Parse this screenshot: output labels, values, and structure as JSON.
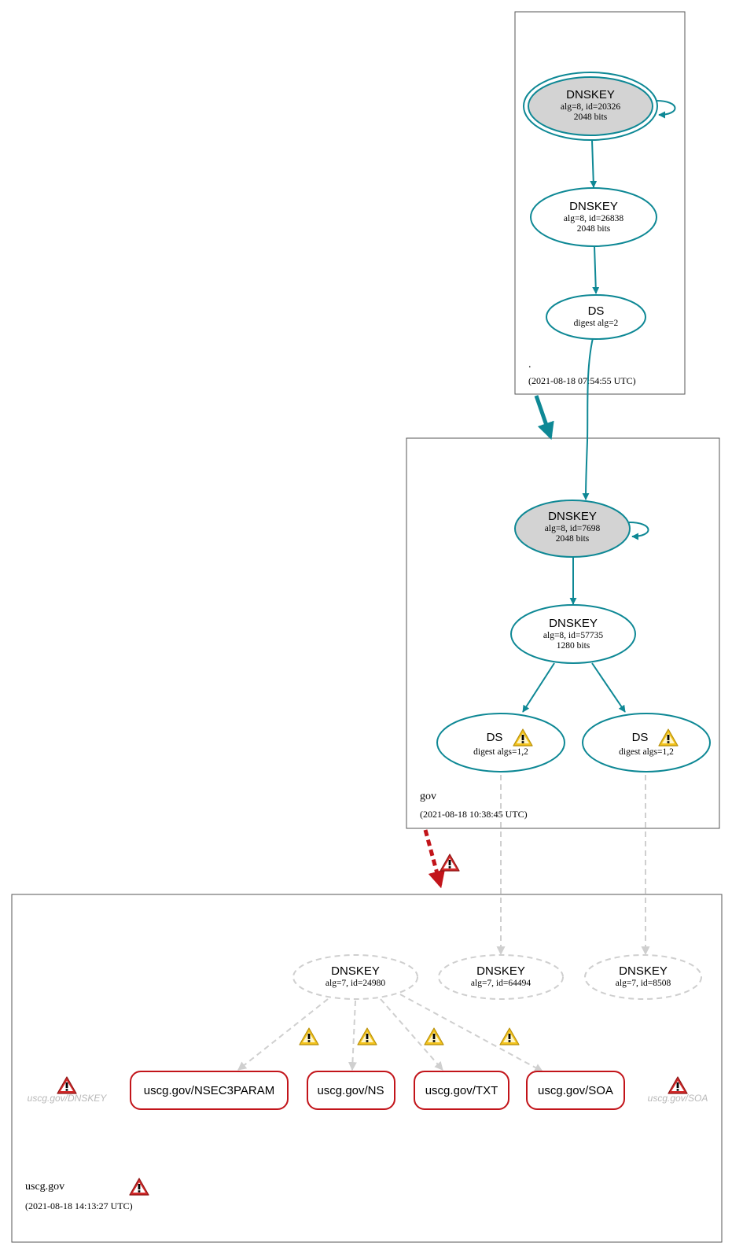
{
  "zones": {
    "root": {
      "label": ".",
      "date": "(2021-08-18 07:54:55 UTC)"
    },
    "gov": {
      "label": "gov",
      "date": "(2021-08-18 10:38:45 UTC)"
    },
    "uscg": {
      "label": "uscg.gov",
      "date": "(2021-08-18 14:13:27 UTC)"
    }
  },
  "nodes": {
    "root_ksk": {
      "title": "DNSKEY",
      "line1": "alg=8, id=20326",
      "line2": "2048 bits"
    },
    "root_zsk": {
      "title": "DNSKEY",
      "line1": "alg=8, id=26838",
      "line2": "2048 bits"
    },
    "gov_ds": {
      "title": "DS",
      "line1": "digest alg=2"
    },
    "gov_ksk": {
      "title": "DNSKEY",
      "line1": "alg=8, id=7698",
      "line2": "2048 bits"
    },
    "gov_zsk": {
      "title": "DNSKEY",
      "line1": "alg=8, id=57735",
      "line2": "1280 bits"
    },
    "uscg_ds_1": {
      "title": "DS",
      "line1": "digest algs=1,2"
    },
    "uscg_ds_2": {
      "title": "DS",
      "line1": "digest algs=1,2"
    },
    "uscg_key_24980": {
      "title": "DNSKEY",
      "line1": "alg=7, id=24980"
    },
    "uscg_key_64494": {
      "title": "DNSKEY",
      "line1": "alg=7, id=64494"
    },
    "uscg_key_8508": {
      "title": "DNSKEY",
      "line1": "alg=7, id=8508"
    }
  },
  "rrsets": {
    "nsec3param": "uscg.gov/NSEC3PARAM",
    "ns": "uscg.gov/NS",
    "txt": "uscg.gov/TXT",
    "soa": "uscg.gov/SOA"
  },
  "ghosts": {
    "dnskey": "uscg.gov/DNSKEY",
    "soa": "uscg.gov/SOA"
  },
  "colors": {
    "secure": "#0e8895",
    "insecure": "#c2141a",
    "missing": "#cfcfcf",
    "ksk_fill": "#d3d3d3",
    "warning": "#f2c21b",
    "error": "#d32a2a"
  },
  "icons": {
    "warning": "warning-icon",
    "error": "error-icon"
  }
}
